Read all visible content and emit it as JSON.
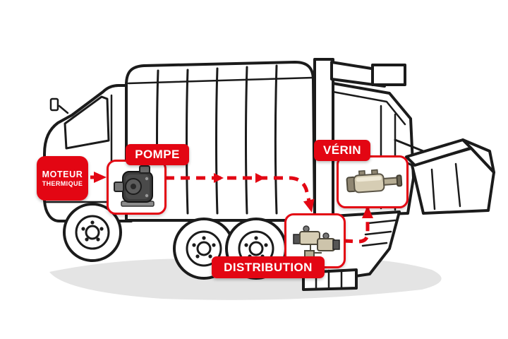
{
  "diagram": {
    "accent_color": "#e30613",
    "line_color": "#1b1b1b",
    "subject": "refuse-truck-hydraulic-circuit",
    "flow": [
      "MOTEUR THERMIQUE",
      "POMPE",
      "DISTRIBUTION",
      "VÉRIN"
    ],
    "labels": {
      "motor_line1": "MOTEUR",
      "motor_line2": "THERMIQUE",
      "pump": "POMPE",
      "cylinder": "VÉRIN",
      "distribution": "DISTRIBUTION"
    },
    "icons": {
      "pump": "hydraulic-pump-icon",
      "cylinder": "hydraulic-cylinder-icon",
      "distribution": "distribution-valve-icon",
      "truck": "garbage-truck-illustration"
    }
  }
}
